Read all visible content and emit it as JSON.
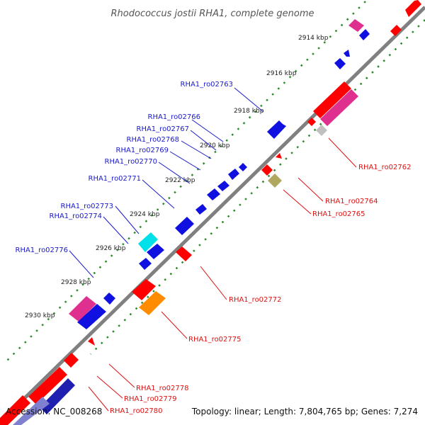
{
  "title": "Rhodococcus jostii RHA1, complete genome",
  "footer": {
    "accession": "Accession: NC_008268",
    "summary": "Topology: linear; Length: 7,804,765 bp; Genes: 7,274"
  },
  "colors": {
    "backbone": "#808080",
    "top_label": "#1a1acc",
    "bottom_label": "#dd1111",
    "tick_dots": "#2a8a2a"
  },
  "kbp_labels": [
    "2914 kbp",
    "2916 kbp",
    "2918 kbp",
    "2920 kbp",
    "2922 kbp",
    "2924 kbp",
    "2926 kbp",
    "2928 kbp",
    "2930 kbp"
  ],
  "top_labels": [
    "RHA1_ro02763",
    "RHA1_ro02766",
    "RHA1_ro02767",
    "RHA1_ro02768",
    "RHA1_ro02769",
    "RHA1_ro02770",
    "RHA1_ro02771",
    "RHA1_ro02773",
    "RHA1_ro02774",
    "RHA1_ro02776"
  ],
  "bottom_labels": [
    "RHA1_ro02762",
    "RHA1_ro02764",
    "RHA1_ro02765",
    "RHA1_ro02772",
    "RHA1_ro02775",
    "RHA1_ro02778",
    "RHA1_ro02779",
    "RHA1_ro02780"
  ]
}
